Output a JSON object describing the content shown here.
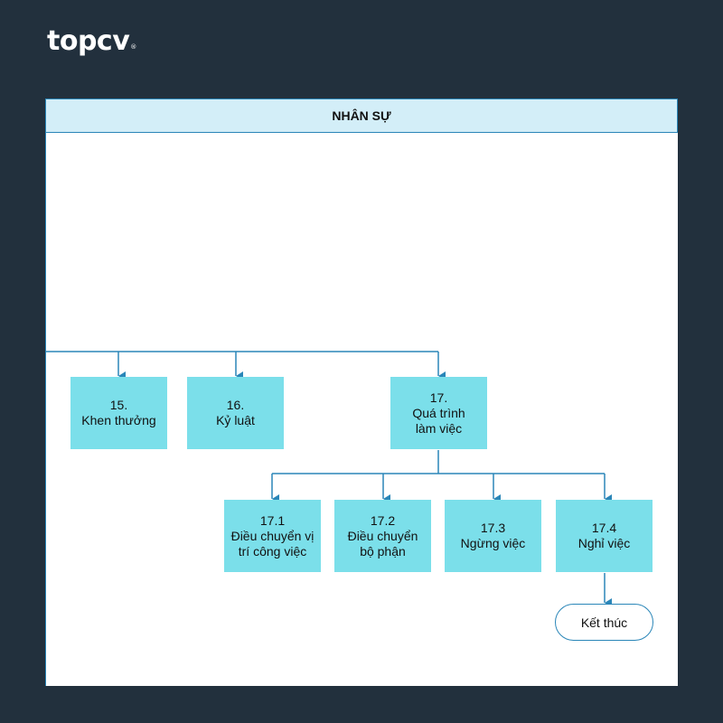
{
  "brand": {
    "logo_text": "topcv",
    "logo_mark": "®"
  },
  "diagram": {
    "title": "NHÂN SỰ",
    "nodes": {
      "n15": {
        "num": "15.",
        "label": "Khen thưởng"
      },
      "n16": {
        "num": "16.",
        "label": "Kỷ luật"
      },
      "n17": {
        "num": "17.",
        "label_line1": "Quá trình",
        "label_line2": "làm việc"
      },
      "n171": {
        "num": "17.1",
        "label_line1": "Điều chuyển vị",
        "label_line2": "trí công việc"
      },
      "n172": {
        "num": "17.2",
        "label_line1": "Điều chuyển",
        "label_line2": "bộ phận"
      },
      "n173": {
        "num": "17.3",
        "label": "Ngừng việc"
      },
      "n174": {
        "num": "17.4",
        "label": "Nghỉ việc"
      },
      "end": {
        "label": "Kết thúc"
      }
    },
    "edges": [
      [
        "bus",
        "n15"
      ],
      [
        "bus",
        "n16"
      ],
      [
        "bus",
        "n17"
      ],
      [
        "n17",
        "n171"
      ],
      [
        "n17",
        "n172"
      ],
      [
        "n17",
        "n173"
      ],
      [
        "n17",
        "n174"
      ],
      [
        "n174",
        "end"
      ]
    ],
    "colors": {
      "node_fill": "#7bdfea",
      "line": "#2a86b8",
      "header_fill": "#d3eef8",
      "background": "#22303d"
    }
  }
}
